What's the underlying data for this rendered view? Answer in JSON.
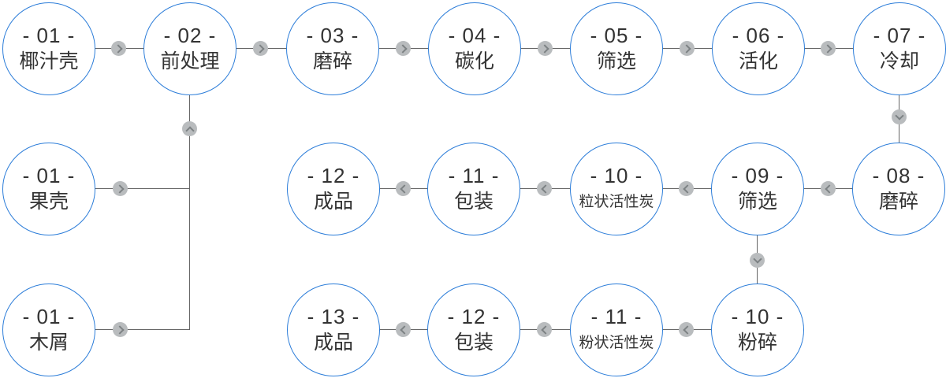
{
  "diagram": {
    "type": "process-flowchart",
    "colors": {
      "background": "#ffffff",
      "node_border": "#2c7dd9",
      "node_fill": "#ffffff",
      "node_text": "#333333",
      "line": "#666666",
      "connector_badge": "#b9bcbe",
      "connector_chevron": "#7d8284"
    },
    "icons": {
      "chevron_right": "css-chevron-right",
      "chevron_left": "css-chevron-left",
      "chevron_up": "css-chevron-up",
      "chevron_down": "css-chevron-down"
    },
    "nodes": [
      {
        "num": "- 01 -",
        "label": "椰汁壳"
      },
      {
        "num": "- 02 -",
        "label": "前处理"
      },
      {
        "num": "- 03 -",
        "label": "磨碎"
      },
      {
        "num": "- 04 -",
        "label": "碳化"
      },
      {
        "num": "- 05 -",
        "label": "筛选"
      },
      {
        "num": "- 06 -",
        "label": "活化"
      },
      {
        "num": "- 07 -",
        "label": "冷却"
      },
      {
        "num": "- 01 -",
        "label": "果壳"
      },
      {
        "num": "- 12 -",
        "label": "成品"
      },
      {
        "num": "- 11 -",
        "label": "包装"
      },
      {
        "num": "- 10 -",
        "label": "粒状活性炭"
      },
      {
        "num": "- 09 -",
        "label": "筛选"
      },
      {
        "num": "- 08 -",
        "label": "磨碎"
      },
      {
        "num": "- 01 -",
        "label": "木屑"
      },
      {
        "num": "- 13 -",
        "label": "成品"
      },
      {
        "num": "- 12 -",
        "label": "包装"
      },
      {
        "num": "- 11 -",
        "label": "粉状活性炭"
      },
      {
        "num": "- 10 -",
        "label": "粉碎"
      }
    ],
    "connections": [
      {
        "from": "椰汁壳 01",
        "to": "前处理 02",
        "direction": "right"
      },
      {
        "from": "前处理 02",
        "to": "磨碎 03",
        "direction": "right"
      },
      {
        "from": "磨碎 03",
        "to": "碳化 04",
        "direction": "right"
      },
      {
        "from": "碳化 04",
        "to": "筛选 05",
        "direction": "right"
      },
      {
        "from": "筛选 05",
        "to": "活化 06",
        "direction": "right"
      },
      {
        "from": "活化 06",
        "to": "冷却 07",
        "direction": "right"
      },
      {
        "from": "冷却 07",
        "to": "磨碎 08",
        "direction": "down"
      },
      {
        "from": "磨碎 08",
        "to": "筛选 09",
        "direction": "left"
      },
      {
        "from": "筛选 09",
        "to": "粒状活性炭 10",
        "direction": "left"
      },
      {
        "from": "粒状活性炭 10",
        "to": "包装 11",
        "direction": "left"
      },
      {
        "from": "包装 11",
        "to": "成品 12",
        "direction": "left"
      },
      {
        "from": "筛选 09",
        "to": "粉碎 10",
        "direction": "down"
      },
      {
        "from": "粉碎 10",
        "to": "粉状活性炭 11",
        "direction": "left"
      },
      {
        "from": "粉状活性炭 11",
        "to": "包装 12",
        "direction": "left"
      },
      {
        "from": "包装 12",
        "to": "成品 13",
        "direction": "left"
      },
      {
        "from": "果壳 01",
        "to": "前处理 02",
        "direction": "right-then-up"
      },
      {
        "from": "木屑 01",
        "to": "前处理 02",
        "direction": "right-then-up"
      }
    ]
  }
}
